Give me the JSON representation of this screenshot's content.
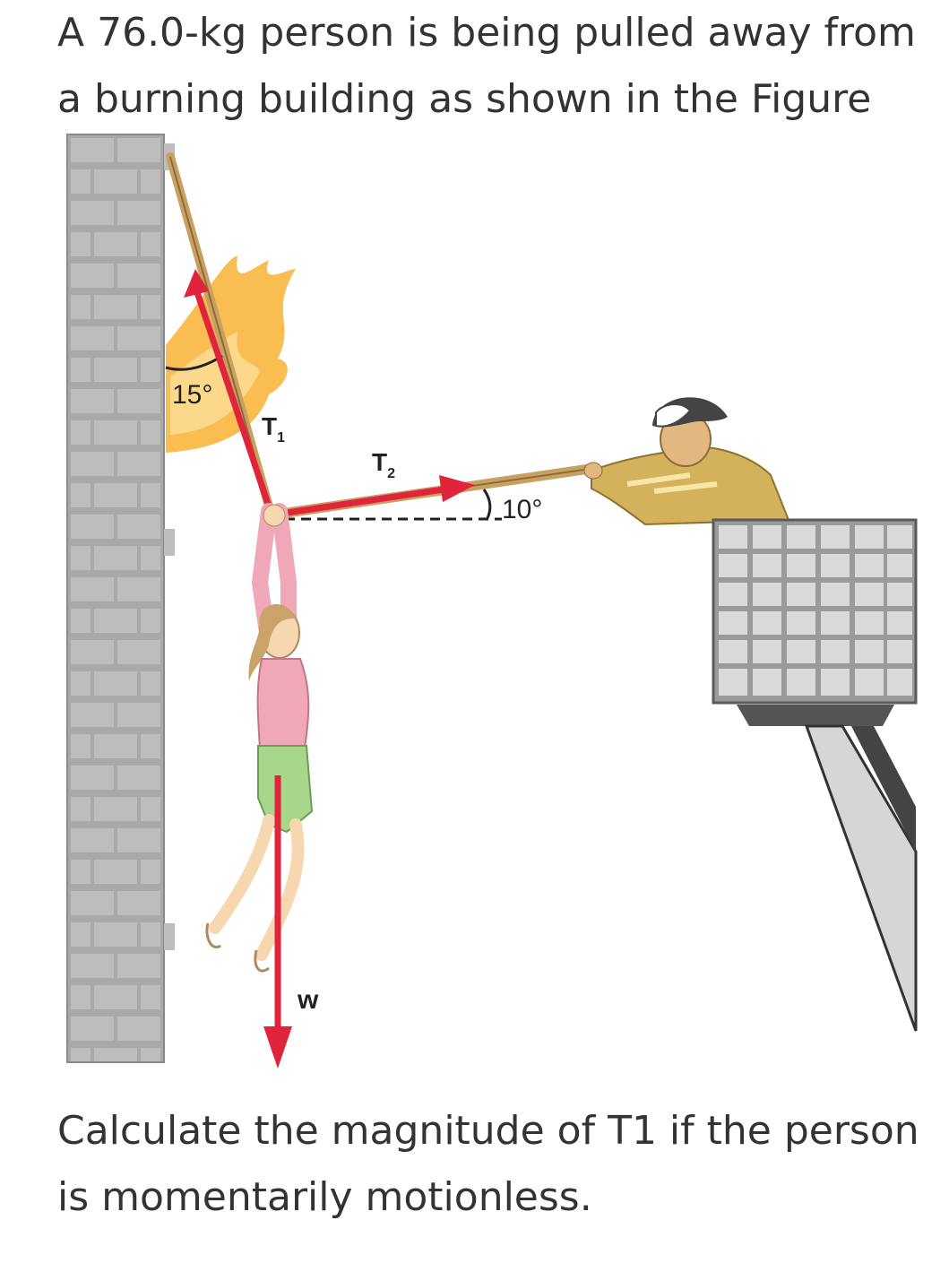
{
  "question": {
    "intro": "A 76.0-kg person is being pulled away from a burning building as shown in the Figure",
    "ask": "Calculate the magnitude of T1 if the person is momentarily motionless."
  },
  "figure": {
    "angle_wall": "15°",
    "angle_rope": "10°",
    "t1_label": "T",
    "t1_sub": "1",
    "t2_label": "T",
    "t2_sub": "2",
    "w_label": "w",
    "colors": {
      "vector": "#e0243c",
      "rope": "#c8a060",
      "wall": "#a8a8a8",
      "flame": "#f9b233",
      "basket": "#9a9a9a"
    }
  }
}
